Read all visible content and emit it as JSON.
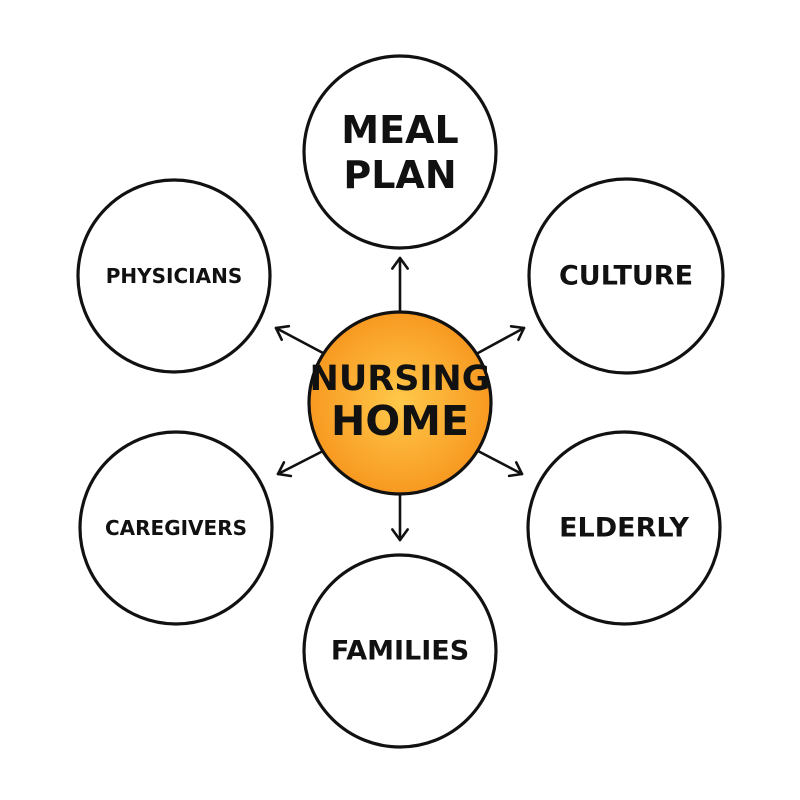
{
  "center": {
    "lines": [
      "NURSING",
      "HOME"
    ],
    "fill_color": "#f7941d",
    "highlight_color": "#ffc94a"
  },
  "nodes": [
    {
      "id": "meal-plan",
      "lines": [
        "MEAL",
        "PLAN"
      ]
    },
    {
      "id": "culture",
      "lines": [
        "CULTURE"
      ]
    },
    {
      "id": "elderly",
      "lines": [
        "ELDERLY"
      ]
    },
    {
      "id": "families",
      "lines": [
        "FAMILIES"
      ]
    },
    {
      "id": "caregivers",
      "lines": [
        "CAREGIVERS"
      ]
    },
    {
      "id": "physicians",
      "lines": [
        "PHYSICIANS"
      ]
    }
  ],
  "colors": {
    "stroke": "#111111",
    "background": "#ffffff"
  }
}
